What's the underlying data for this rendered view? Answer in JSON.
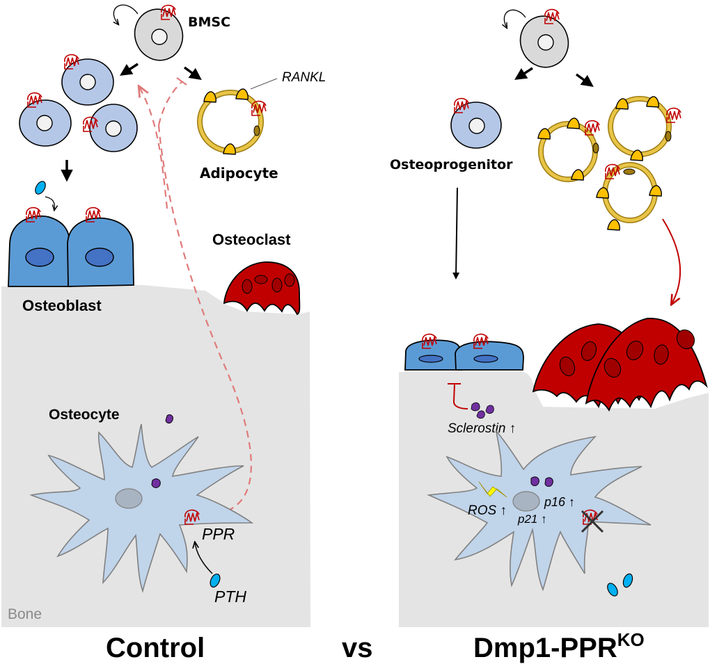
{
  "figure": {
    "panels": [
      {
        "id": "control",
        "title": "Control",
        "labels": {
          "progenitor": "BMSC",
          "adipocyte": "Adipocyte",
          "rankl": "RANKL",
          "osteoblast": "Osteoblast",
          "osteoclast": "Osteoclast",
          "osteocyte": "Osteocyte",
          "receptor": "PPR",
          "hormone": "PTH",
          "tissue": "Bone"
        }
      },
      {
        "id": "knockout",
        "title_main": "Dmp1-PPR",
        "title_superscript": "KO",
        "labels": {
          "osteoprogenitor": "Osteoprogenitor",
          "sclerostin": "Sclerostin ↑",
          "ros": "ROS ↑",
          "p21": "p21 ↑",
          "p16": "p16 ↑"
        }
      }
    ],
    "separator": "vs",
    "colors": {
      "bmsc_fill": "#d9d9d9",
      "progenitor_fill": "#b4c7e7",
      "osteoblast_fill": "#5b9bd5",
      "osteoblast_nucleus": "#4472c4",
      "osteoclast_fill": "#c00000",
      "osteoclast_nucleus": "#a00000",
      "adipocyte_ring": "#e8c547",
      "rankl_fill": "#ffc000",
      "receptor": "#c00000",
      "pth": "#00b0f0",
      "sclerostin": "#7030a0",
      "bone": "#e4e4e4",
      "osteocyte_fill": "#c0d4ea",
      "dashed_signal": "#e07a7a",
      "ros_bolt": "#ffff00"
    }
  }
}
